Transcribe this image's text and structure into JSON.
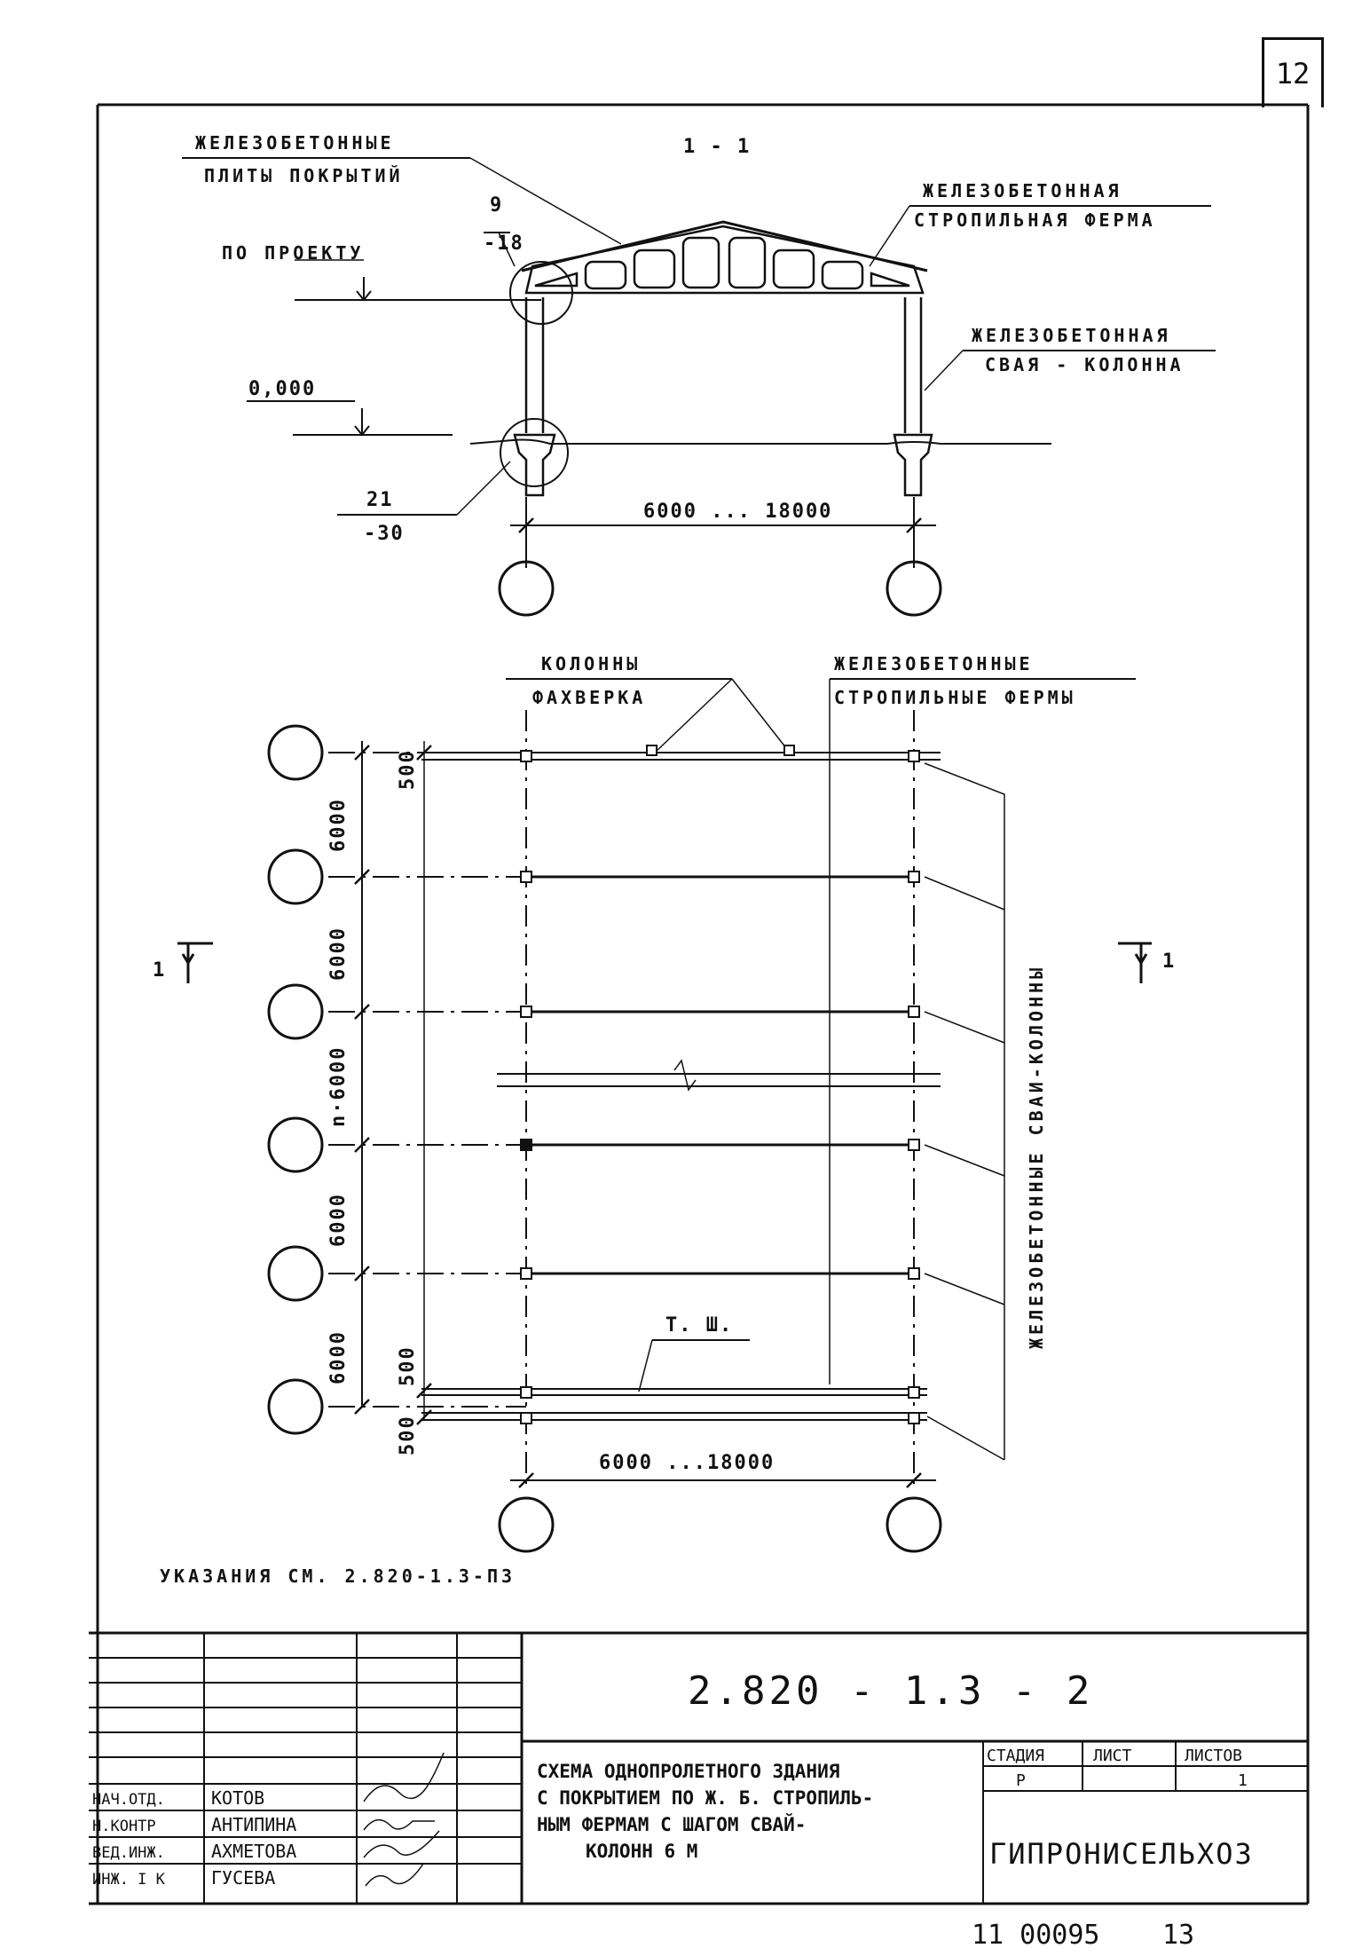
{
  "sheet_number": "12",
  "section": {
    "mark": "1 - 1",
    "label_plates": [
      "ЖЕЛЕЗОБЕТОННЫЕ",
      "ПЛИТЫ ПОКРЫТИЙ"
    ],
    "label_truss": [
      "ЖЕЛЕЗОБЕТОННАЯ",
      "СТРОПИЛЬНАЯ ФЕРМА"
    ],
    "label_pile": [
      "ЖЕЛЕЗОБЕТОННАЯ",
      "СВАЯ - КОЛОННА"
    ],
    "label_project": "ПО ПРОЕКТУ",
    "level_zero": "0,000",
    "node_top": [
      "9",
      "-18"
    ],
    "node_bottom": [
      "21",
      "-30"
    ],
    "span_dim": "6000 ... 18000"
  },
  "plan": {
    "label_fachwerk": [
      "КОЛОННЫ",
      "ФАХВЕРКА"
    ],
    "label_trusses": [
      "ЖЕЛЕЗОБЕТОННЫЕ",
      "СТРОПИЛЬНЫЕ ФЕРМЫ"
    ],
    "label_piles_vertical": "ЖЕЛЕЗОБЕТОННЫЕ СВАИ-КОЛОННЫ",
    "step_dims": [
      "6000",
      "6000",
      "n·6000",
      "6000",
      "6000"
    ],
    "small_dims": [
      "500",
      "500",
      "500"
    ],
    "label_joint": "Т. Ш.",
    "span_dim": "6000 ...18000",
    "section_mark_left": "1",
    "section_mark_right": "1"
  },
  "note": "УКАЗАНИЯ СМ. 2.820-1.3-ПЗ",
  "title_block": {
    "code": "2.820 - 1.3 - 2",
    "description": [
      "СХЕМА ОДНОПРОЛЕТНОГО ЗДАНИЯ",
      "С ПОКРЫТИЕМ ПО Ж. Б. СТРОПИЛЬ-",
      "НЫМ ФЕРМАМ С ШАГОМ СВАЙ-",
      "КОЛОНН 6 М"
    ],
    "stage_header": "СТАДИЯ",
    "sheet_header": "ЛИСТ",
    "sheets_header": "ЛИСТОВ",
    "stage_value": "Р",
    "sheet_value": "",
    "sheets_value": "1",
    "organization": "ГИПРОНИСЕЛЬХОЗ",
    "staff": [
      {
        "role": "НАЧ.ОТД.",
        "name": "КОТОВ"
      },
      {
        "role": "Н.КОНТР",
        "name": "АНТИПИНА"
      },
      {
        "role": "ВЕД.ИНЖ.",
        "name": "АХМЕТОВА"
      },
      {
        "role": "ИНЖ. I К",
        "name": "ГУСЕВА"
      }
    ]
  },
  "footer": {
    "inventory": "11 00095",
    "page": "13"
  }
}
